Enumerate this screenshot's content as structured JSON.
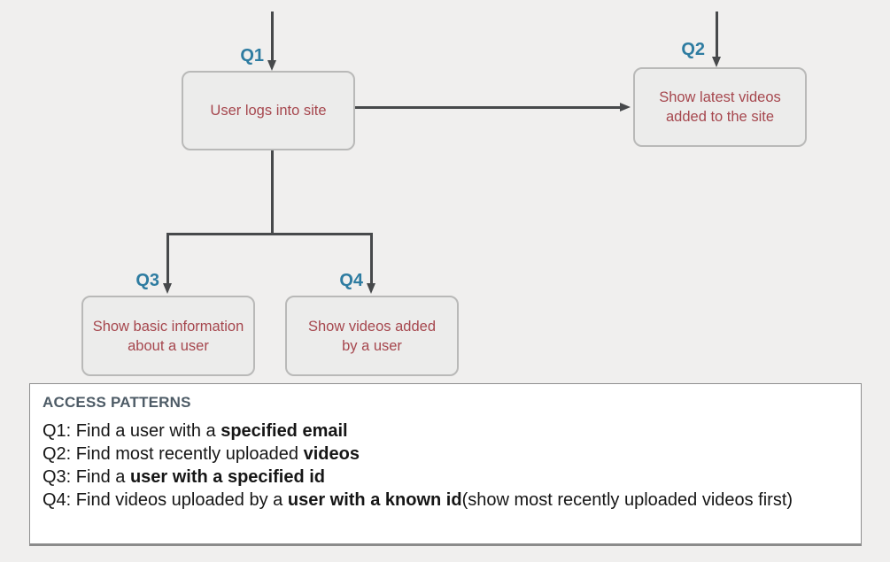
{
  "colors": {
    "background": "#f0efee",
    "node_fill": "#ececeb",
    "node_border": "#b9b9b8",
    "node_text": "#a6474e",
    "q_label": "#2e7ca1",
    "arrow": "#47494b",
    "panel_bg": "#ffffff",
    "panel_border": "#8f8f8f",
    "heading_text": "#4d5b66",
    "body_text": "#161616"
  },
  "diagram": {
    "nodes": {
      "q1": {
        "label": "Q1",
        "lines": [
          "User logs into site"
        ]
      },
      "q2": {
        "label": "Q2",
        "lines": [
          "Show latest videos",
          "added to the site"
        ]
      },
      "q3": {
        "label": "Q3",
        "lines": [
          "Show basic information",
          "about a user"
        ]
      },
      "q4": {
        "label": "Q4",
        "lines": [
          "Show videos added",
          "by a user"
        ]
      }
    },
    "arrows": [
      "top-into-q1",
      "top-into-q2",
      "q1-to-q2",
      "q1-branch-to-q3",
      "q1-branch-to-q4"
    ]
  },
  "access_patterns": {
    "title": "ACCESS PATTERNS",
    "items": [
      {
        "segments": [
          {
            "text": "Q1: Find a user with a ",
            "bold": false
          },
          {
            "text": "specified email",
            "bold": true
          }
        ]
      },
      {
        "segments": [
          {
            "text": "Q2: Find most recently uploaded ",
            "bold": false
          },
          {
            "text": "videos",
            "bold": true
          }
        ]
      },
      {
        "segments": [
          {
            "text": "Q3: Find a ",
            "bold": false
          },
          {
            "text": "user with a specified id",
            "bold": true
          }
        ]
      },
      {
        "segments": [
          {
            "text": "Q4: Find videos uploaded by a ",
            "bold": false
          },
          {
            "text": "user with a known id",
            "bold": true
          },
          {
            "text": "(show most recently uploaded videos first)",
            "bold": false
          }
        ]
      }
    ]
  }
}
